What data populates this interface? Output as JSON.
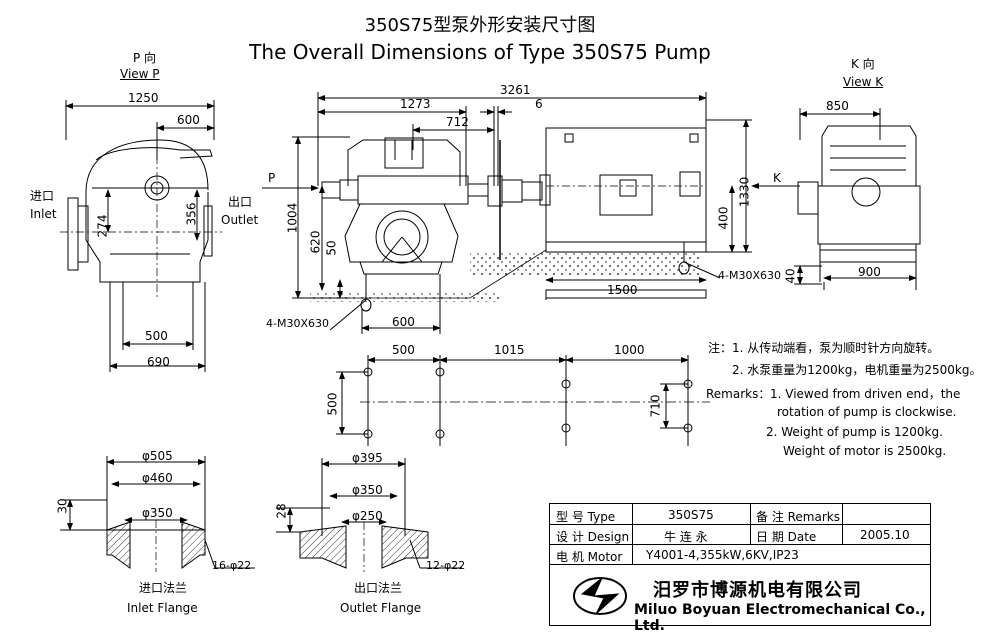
{
  "title": {
    "cn": "350S75型泵外形安装尺寸图",
    "en": "The Overall Dimensions of Type 350S75 Pump"
  },
  "views": {
    "p_cn": "P 向",
    "p_en": "View P",
    "k_cn": "K 向",
    "k_en": "View K",
    "p_arrow": "P",
    "k_arrow": "K"
  },
  "side_labels": {
    "inlet_cn": "进口",
    "inlet_en": "Inlet",
    "outlet_cn": "出口",
    "outlet_en": "Outlet"
  },
  "dimensions": {
    "p_1250": "1250",
    "p_600": "600",
    "p_274": "274",
    "p_356": "356",
    "p_500": "500",
    "p_690": "690",
    "m_3261": "3261",
    "m_1273": "1273",
    "m_6": "6",
    "m_712": "712",
    "m_1004": "1004",
    "m_620": "620",
    "m_50": "50",
    "m_400": "400",
    "m_1330": "1330",
    "m_1500": "1500",
    "m_600": "600",
    "bolt_left": "4-M30X630",
    "bolt_right": "4-M30X630",
    "k_850": "850",
    "k_900": "900",
    "k_40": "40",
    "f_500": "500",
    "f_1015": "1015",
    "f_1000": "1000",
    "f_500v": "500",
    "f_710": "710"
  },
  "inlet_flange": {
    "d_outer": "φ505",
    "d_bolt": "φ460",
    "d_inner": "φ350",
    "thickness": "30",
    "holes": "16-φ22",
    "caption_cn": "进口法兰",
    "caption_en": "Inlet Flange"
  },
  "outlet_flange": {
    "d_outer": "φ395",
    "d_bolt": "φ350",
    "d_inner": "φ250",
    "thickness": "28",
    "holes": "12-φ22",
    "caption_cn": "出口法兰",
    "caption_en": "Outlet Flange"
  },
  "notes": {
    "cn1": "注：1. 从传动端看，泵为顺时针方向旋转。",
    "cn2": "2. 水泵重量为1200kg，电机重量为2500kg。",
    "en_label": "Remarks：",
    "en1a": "1. Viewed from driven end，the",
    "en1b": "rotation of pump is  clockwise.",
    "en2a": "2. Weight of pump is 1200kg.",
    "en2b": "Weight of motor is 2500kg."
  },
  "title_block": {
    "type_label": "型 号 Type",
    "type_value": "350S75",
    "remarks_label": "备 注 Remarks",
    "design_label": "设 计 Design",
    "design_value": "牛 连 永",
    "date_label": "日 期 Date",
    "date_value": "2005.10",
    "motor_label": "电 机 Motor",
    "motor_value": "Y4001-4,355kW,6KV,IP23",
    "company_cn": "汨罗市博源机电有限公司",
    "company_en": "Miluo Boyuan Electromechanical Co., Ltd."
  }
}
